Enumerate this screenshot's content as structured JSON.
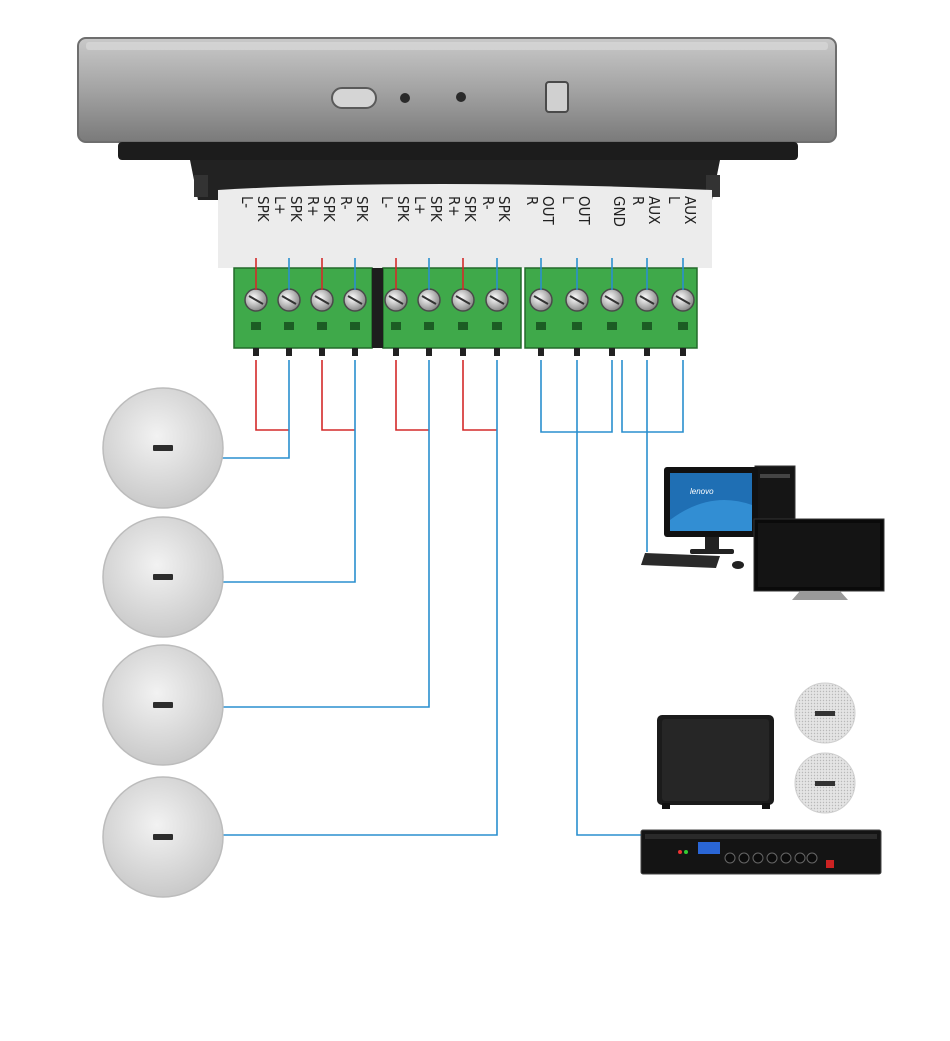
{
  "terminals": [
    {
      "line1": "SPK",
      "line2": "L-",
      "wire": "red"
    },
    {
      "line1": "SPK",
      "line2": "L+",
      "wire": "blue"
    },
    {
      "line1": "SPK",
      "line2": "R+",
      "wire": "red"
    },
    {
      "line1": "SPK",
      "line2": "R-",
      "wire": "blue"
    },
    {
      "line1": "SPK",
      "line2": "L-",
      "wire": "red"
    },
    {
      "line1": "SPK",
      "line2": "L+",
      "wire": "blue"
    },
    {
      "line1": "SPK",
      "line2": "R+",
      "wire": "red"
    },
    {
      "line1": "SPK",
      "line2": "R-",
      "wire": "blue"
    },
    {
      "line1": "OUT",
      "line2": "R",
      "wire": "blue"
    },
    {
      "line1": "OUT",
      "line2": "L",
      "wire": "blue"
    },
    {
      "line1": "GND",
      "line2": "",
      "wire": "blue"
    },
    {
      "line1": "AUX",
      "line2": "R",
      "wire": "blue"
    },
    {
      "line1": "AUX",
      "line2": "L",
      "wire": "blue"
    }
  ],
  "pc_brand": "lenovo",
  "colors": {
    "red_wire": "#d42a2a",
    "blue_wire": "#2a8fcf",
    "terminal_green": "#3fa94a",
    "panel_gray": "#9a9a9a"
  }
}
